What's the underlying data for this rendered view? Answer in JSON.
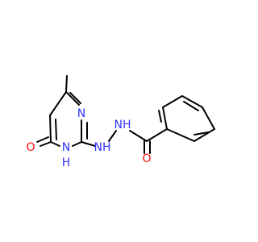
{
  "colors": {
    "carbon_bond": "#000000",
    "nitrogen": "#3333ff",
    "oxygen": "#ff0d0d"
  },
  "atoms": {
    "n_ring_top": "N",
    "n_ring_bottom": "N",
    "h_ring_bottom": "H",
    "o_ring": "O",
    "n_hydrazine_1": "NH",
    "n_hydrazine_2": "NH",
    "o_carbonyl": "O"
  }
}
